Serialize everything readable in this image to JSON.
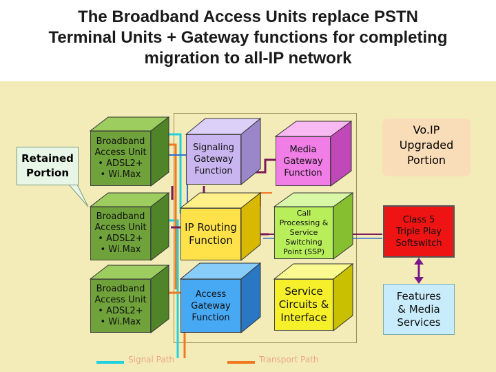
{
  "title": {
    "line1": "The Broadband Access Units replace PSTN",
    "line2": "Terminal Units + Gateway functions for completing",
    "line3": "migration to all-IP network"
  },
  "callout": {
    "line1": "Retained",
    "line2": "Portion"
  },
  "access_units": [
    {
      "line1": "Broadband",
      "line2": "Access Unit",
      "line3": "• ADSL2+",
      "line4": "• Wi.Max"
    },
    {
      "line1": "Broadband",
      "line2": "Access Unit",
      "line3": "• ADSL2+",
      "line4": "• Wi.Max"
    },
    {
      "line1": "Broadband",
      "line2": "Access Unit",
      "line3": "• ADSL2+",
      "line4": "• Wi.Max"
    }
  ],
  "functions": {
    "signaling": {
      "line1": "Signaling",
      "line2": "Gateway",
      "line3": "Function"
    },
    "ip_routing": {
      "line1": "IP Routing",
      "line2": "Function"
    },
    "access_gw": {
      "line1": "Access",
      "line2": "Gateway",
      "line3": "Function"
    },
    "media_gw": {
      "line1": "Media",
      "line2": "Gateway",
      "line3": "Function"
    },
    "call_proc": {
      "line1": "Call",
      "line2": "Processing &",
      "line3": "Service",
      "line4": "Switching",
      "line5": "Point (SSP)"
    },
    "service_circuits": {
      "line1": "Service",
      "line2": "Circuits &",
      "line3": "Interface"
    }
  },
  "voip_label": {
    "line1": "Vo.IP",
    "line2": "Upgraded",
    "line3": "Portion"
  },
  "class5": {
    "line1": "Class 5",
    "line2": "Triple Play",
    "line3": "Softswitch"
  },
  "features": {
    "line1": "Features",
    "line2": "& Media",
    "line3": "Services"
  },
  "legend": {
    "signal": "Signal Path",
    "transport": "Transport Path"
  },
  "colors": {
    "access_green": "#6fa23a",
    "signaling_purple": "#c9b6f0",
    "ip_routing_yellow": "#ffe24a",
    "access_blue": "#47a8f4",
    "media_pink": "#f07ee6",
    "call_proc_green": "#b8ee5a",
    "service_yellow": "#f5f02a",
    "class5_red": "#ee1414",
    "features_blue": "#c8ecfb",
    "stage_bg": "#f4ecb8"
  }
}
